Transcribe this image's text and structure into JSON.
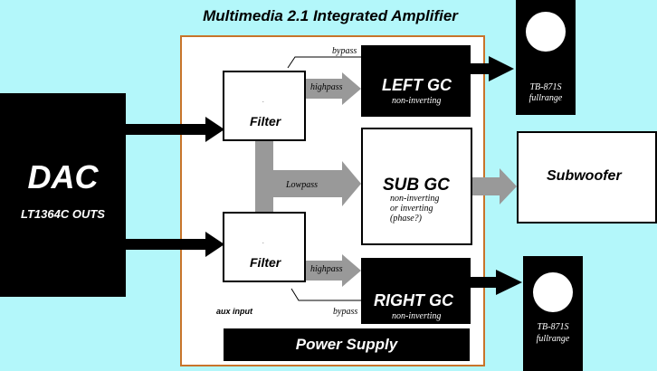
{
  "title": "Multimedia 2.1 Integrated Amplifier",
  "dac": {
    "name": "DAC",
    "subtitle": "LT1364C OUTS"
  },
  "filters": {
    "top_label": "Filter",
    "bottom_label": "Filter",
    "dot": "."
  },
  "left_gc": {
    "name": "LEFT GC",
    "note": "non-inverting"
  },
  "right_gc": {
    "name": "RIGHT GC",
    "note": "non-inverting"
  },
  "sub_gc": {
    "name": "SUB GC",
    "note_line1": "non-inverting",
    "note_line2": "or inverting",
    "note_line3": "(phase?)"
  },
  "paths": {
    "bypass_top": "bypass",
    "highpass_top": "highpass",
    "lowpass": "Lowpass",
    "highpass_bottom": "highpass",
    "bypass_bottom": "bypass",
    "aux_input": "aux input"
  },
  "speakers": {
    "top_model": "TB-871S",
    "top_type": "fullrange",
    "bottom_model": "TB-871S",
    "bottom_type": "fullrange"
  },
  "subwoofer": "Subwoofer",
  "power_supply": "Power Supply",
  "colors": {
    "background": "#b3f7fa",
    "amp_border": "#c8742a",
    "arrow_gray": "#999999",
    "block": "#000000"
  }
}
